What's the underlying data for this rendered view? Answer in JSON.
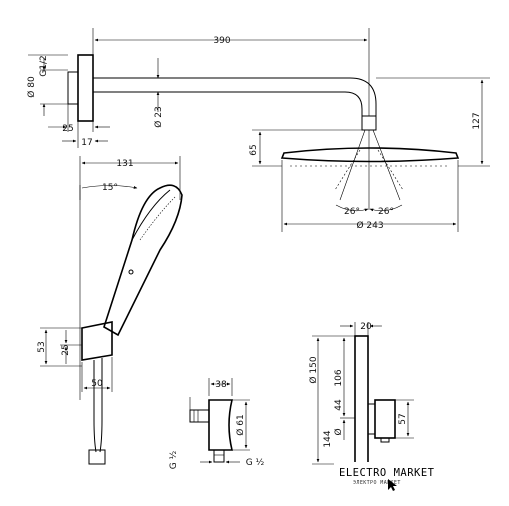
{
  "dimensions": {
    "arm_length": "390",
    "thread_top": "G1/2",
    "flange_dia": "Ø 80",
    "arm_dia": "Ø 23",
    "flange_depth": "25",
    "flange_offset": "17",
    "head_height": "127",
    "head_thickness": "65",
    "spray_angle_left": "26°",
    "spray_angle_right": "26°",
    "head_dia": "Ø 243",
    "handshower_reach": "131",
    "handshower_angle": "15°",
    "holder_height": "53",
    "holder_offset": "25",
    "holder_depth": "50",
    "outlet_width": "38",
    "outlet_dia": "Ø 61",
    "thread_left": "G ½",
    "thread_right": "G ½",
    "mixer_width": "20",
    "mixer_height": "Ø 150",
    "mixer_106": "106",
    "mixer_44": "44",
    "mixer_57": "57",
    "mixer_144": "144",
    "mixer_dia": "Ø"
  },
  "watermark": {
    "brand": "ELECTRO MARKET",
    "tagline": "ЭЛЕКТРО МАРКЕТ"
  }
}
